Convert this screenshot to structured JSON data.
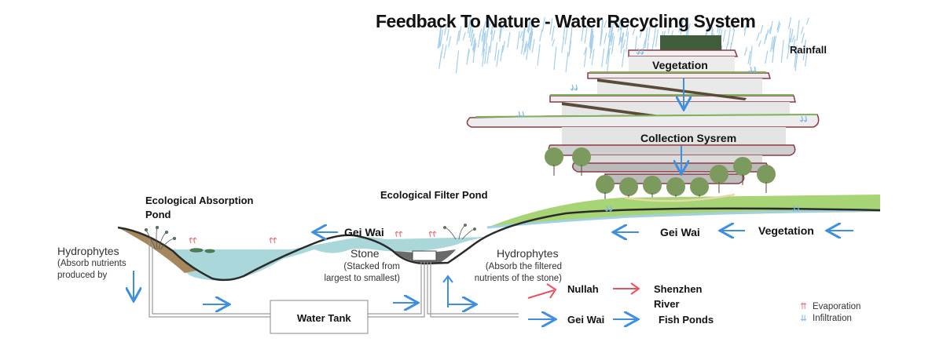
{
  "title": "Feedback To Nature - Water Recycling System",
  "labels": {
    "rainfall": "Rainfall",
    "vegetation_top": "Vegetation",
    "collection": "Collection Sysrem",
    "absorption_pond_line1": "Ecological Absorption",
    "absorption_pond_line2": "Pond",
    "filter_pond": "Ecological Filter Pond",
    "gei_wai_pond": "Gei Wai",
    "gei_wai_right": "Gei Wai",
    "vegetation_right": "Vegetation",
    "hydrophytes_left_title": "Hydrophytes",
    "hydrophytes_left_line1": "(Absorb nutrients",
    "hydrophytes_left_line2": "produced by",
    "stone_title": "Stone",
    "stone_line1": "(Stacked from",
    "stone_line2": "largest to smallest)",
    "hydrophytes_right_title": "Hydrophytes",
    "hydrophytes_right_line1": "(Absorb the filtered",
    "hydrophytes_right_line2": "nutrients of the stone)",
    "water_tank": "Water Tank",
    "nullah": "Nullah",
    "shenzhen_line1": "Shenzhen",
    "shenzhen_line2": "River",
    "gei_wai_bottom": "Gei Wai",
    "fish_ponds": "Fish Ponds"
  },
  "legend": [
    {
      "icon": "evaporation-icon",
      "label": "Evaporation",
      "color": "#e8727a"
    },
    {
      "icon": "infiltration-icon",
      "label": "Infiltration",
      "color": "#7fb6e6"
    }
  ],
  "colors": {
    "flow_arrow": "#3f8fe0",
    "discharge_arrow": "#e8525e",
    "water": "#a9d8da",
    "grass": "#9fd16a",
    "soil": "#a4875a",
    "ground_line": "#2b2b2b",
    "pipe": "#9a9a9a"
  }
}
